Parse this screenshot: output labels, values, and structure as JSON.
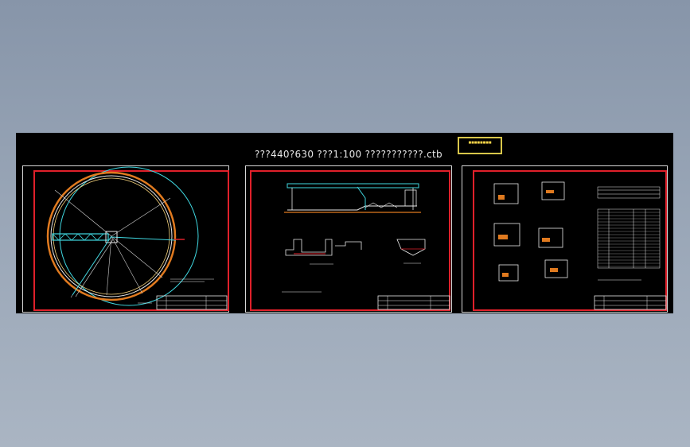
{
  "drawing": {
    "title": "???440?630  ???1:100   ???????????.ctb",
    "stamp_text": "■■■■■■■■"
  },
  "colors": {
    "background": "#8d9aad",
    "canvas": "#000000",
    "frame_red": "#e0202a",
    "cyan": "#3fd7e0",
    "orange": "#e07a1f",
    "white": "#e8e8e8",
    "stamp_border": "#d8c64a"
  },
  "sheets": [
    {
      "name": "plan-sheet"
    },
    {
      "name": "section-sheet"
    },
    {
      "name": "details-sheet"
    }
  ]
}
